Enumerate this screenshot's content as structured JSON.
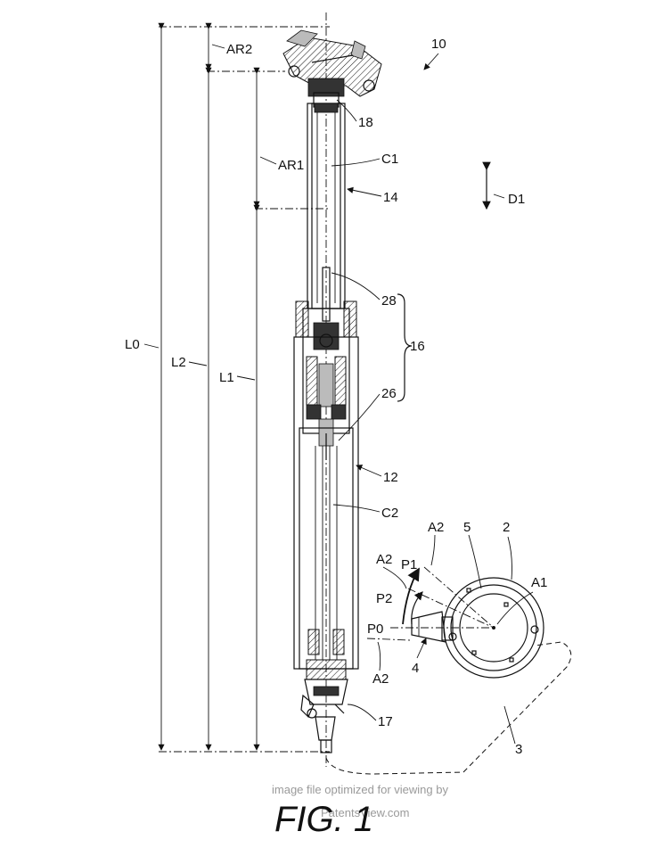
{
  "figure": {
    "caption": "FIG. 1",
    "watermark_line1": "image file optimized for viewing by",
    "watermark_line2": "PatentsView.com"
  },
  "labels": {
    "l10": "10",
    "ar2": "AR2",
    "ar1": "AR1",
    "l18": "18",
    "c1": "C1",
    "l14": "14",
    "d1": "D1",
    "l28": "28",
    "l16": "16",
    "l26": "26",
    "l12": "12",
    "c2": "C2",
    "l0": "L0",
    "l2": "L2",
    "l1": "L1",
    "a2_top": "A2",
    "l5": "5",
    "l2_right": "2",
    "a2_mid": "A2",
    "p1": "P1",
    "a1": "A1",
    "p2": "P2",
    "p0": "P0",
    "a2_bottom": "A2",
    "l4": "4",
    "l17": "17",
    "l3": "3"
  }
}
